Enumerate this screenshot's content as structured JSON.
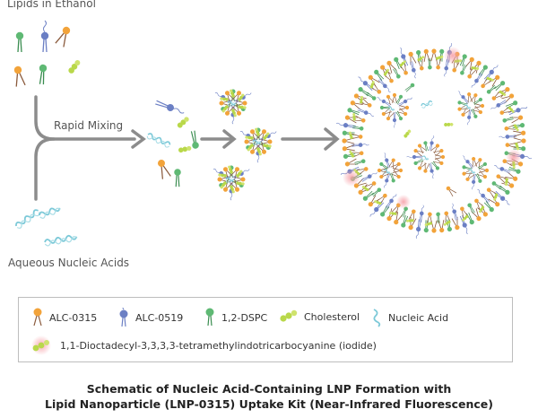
{
  "labels": {
    "lipids_in_ethanol": "Lipids in Ethanol",
    "rapid_mixing": "Rapid Mixing",
    "aqueous_nucleic_acids": "Aqueous Nucleic Acids"
  },
  "legend": {
    "items": [
      {
        "key": "alc0315",
        "label": "ALC-0315"
      },
      {
        "key": "alc0519",
        "label": "ALC-0519"
      },
      {
        "key": "dspc",
        "label": "1,2-DSPC"
      },
      {
        "key": "cholesterol",
        "label": "Cholesterol"
      },
      {
        "key": "nucleic",
        "label": "Nucleic Acid"
      },
      {
        "key": "dye",
        "label": "1,1-Dioctadecyl-3,3,3,3-tetramethylindotricarbocyanine (iodide)"
      }
    ]
  },
  "caption": {
    "line1": "Schematic of Nucleic Acid-Containing LNP Formation with",
    "line2": "Lipid Nanoparticle (LNP-0315) Uptake Kit (Near-Infrared Fluorescence)"
  },
  "colors": {
    "alc0315": "#f2a33a",
    "alc0519": "#6b7fc4",
    "dspc": "#5fb974",
    "cholesterol": "#b9d84a",
    "nucleic": "#7cc9d8",
    "dye": "#f7b3b8",
    "arrow": "#8c8c8c",
    "tail": "#8a5a3c"
  }
}
